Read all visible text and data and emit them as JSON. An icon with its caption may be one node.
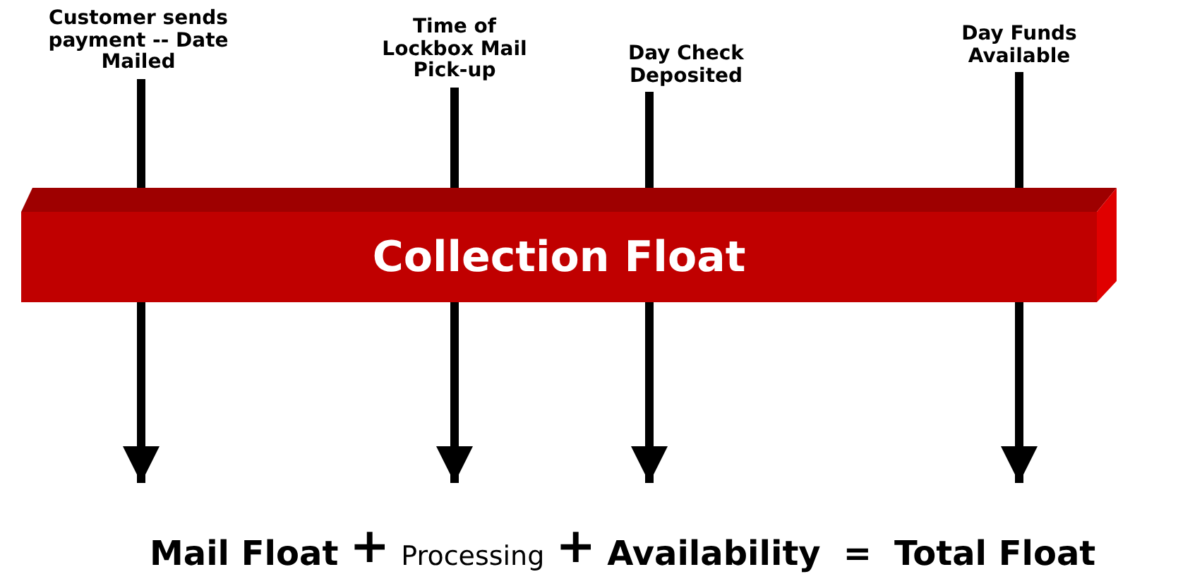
{
  "diagram": {
    "nodes": [
      {
        "text": [
          "Customer sends payment -- Date Mailed"
        ]
      },
      {
        "text": [
          "Time of Lockbox Mail Pick-up"
        ]
      },
      {
        "text": [
          "Day Check Deposited"
        ]
      },
      {
        "text": [
          "Day Funds Available"
        ]
      },
      {
        "text": [
          "Collection Float"
        ]
      }
    ],
    "edges": [
      {
        "from": 0,
        "to": null,
        "arrow": "to"
      },
      {
        "from": 1,
        "to": null,
        "arrow": "to"
      },
      {
        "from": 2,
        "to": null,
        "arrow": "to"
      },
      {
        "from": 3,
        "to": null,
        "arrow": "to"
      }
    ],
    "labels": [
      "Mail Float",
      "+",
      "Processing",
      "+",
      "Availability",
      "=",
      "Total Float"
    ]
  }
}
